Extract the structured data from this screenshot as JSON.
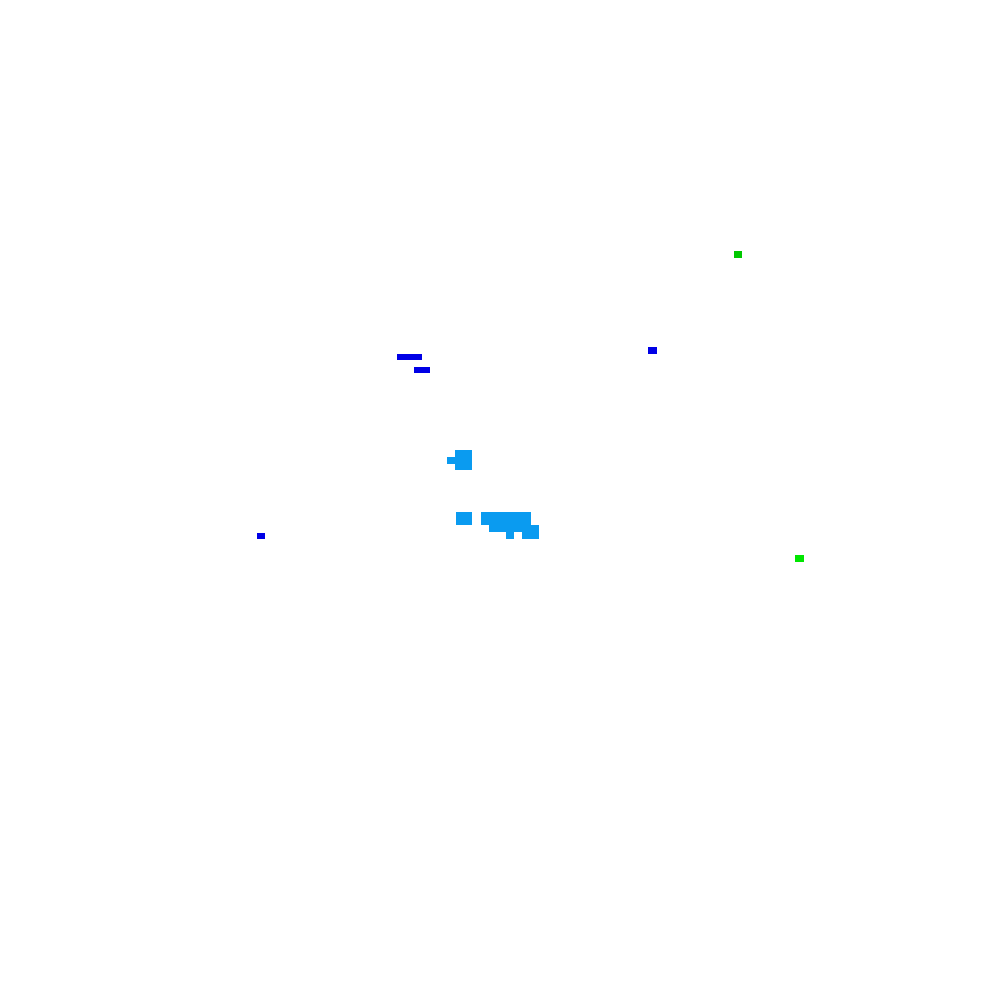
{
  "colors": {
    "background": "#ffffff",
    "blue": "#0000e6",
    "green_dark": "#00c800",
    "green_bright": "#00e600",
    "cyan": "#0a9bf0"
  },
  "blobs": [
    {
      "id": "b-green-1",
      "color": "green_dark"
    },
    {
      "id": "b-blue-1",
      "color": "blue"
    },
    {
      "id": "b-blue-2",
      "color": "blue"
    },
    {
      "id": "b-blue-3",
      "color": "blue"
    },
    {
      "id": "b-blue-4",
      "color": "blue"
    },
    {
      "id": "b-green-2",
      "color": "green_bright"
    },
    {
      "id": "b-cyan-1a",
      "color": "cyan"
    },
    {
      "id": "b-cyan-1b",
      "color": "cyan"
    },
    {
      "id": "b-cyan-2a",
      "color": "cyan"
    },
    {
      "id": "b-cyan-2b",
      "color": "cyan"
    },
    {
      "id": "b-cyan-2c",
      "color": "cyan"
    },
    {
      "id": "b-cyan-2d",
      "color": "cyan"
    },
    {
      "id": "b-cyan-2e",
      "color": "cyan"
    }
  ]
}
